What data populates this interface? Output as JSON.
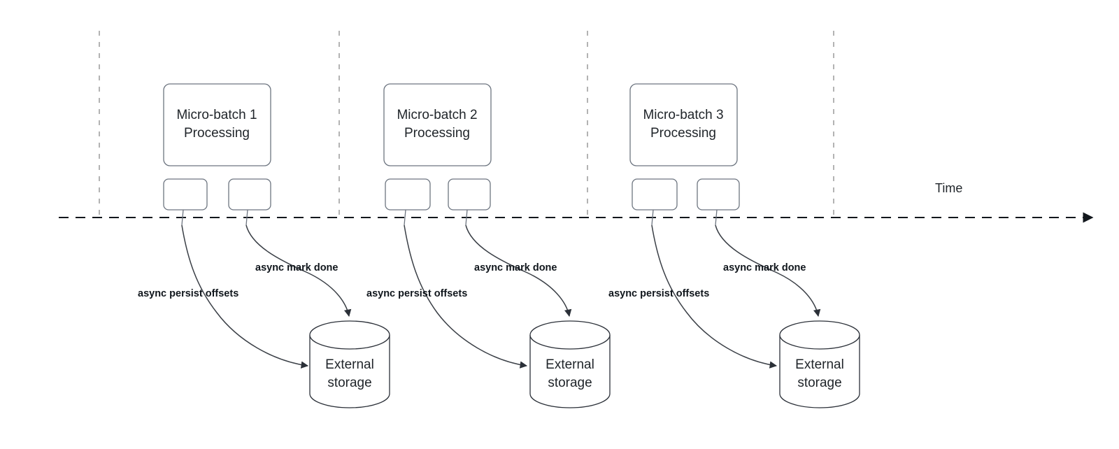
{
  "diagram": {
    "title_axis": "Time",
    "colors": {
      "box_stroke": "#6d7580",
      "cylinder_stroke": "#2b3038",
      "tick_stroke": "#9a9a9a",
      "timeline_stroke": "#12171d",
      "connector_stroke": "#3a3f46",
      "text": "#1f2429",
      "background": "#ffffff"
    },
    "groups": [
      {
        "id": "group-1",
        "batch_line1": "Micro-batch 1",
        "batch_line2": "Processing",
        "persist_label": "async persist offsets",
        "mark_done_label": "async mark done",
        "storage_line1": "External",
        "storage_line2": "storage"
      },
      {
        "id": "group-2",
        "batch_line1": "Micro-batch 2",
        "batch_line2": "Processing",
        "persist_label": "async persist offsets",
        "mark_done_label": "async mark done",
        "storage_line1": "External",
        "storage_line2": "storage"
      },
      {
        "id": "group-3",
        "batch_line1": "Micro-batch 3",
        "batch_line2": "Processing",
        "persist_label": "async persist offsets",
        "mark_done_label": "async mark done",
        "storage_line1": "External",
        "storage_line2": "storage"
      }
    ]
  }
}
